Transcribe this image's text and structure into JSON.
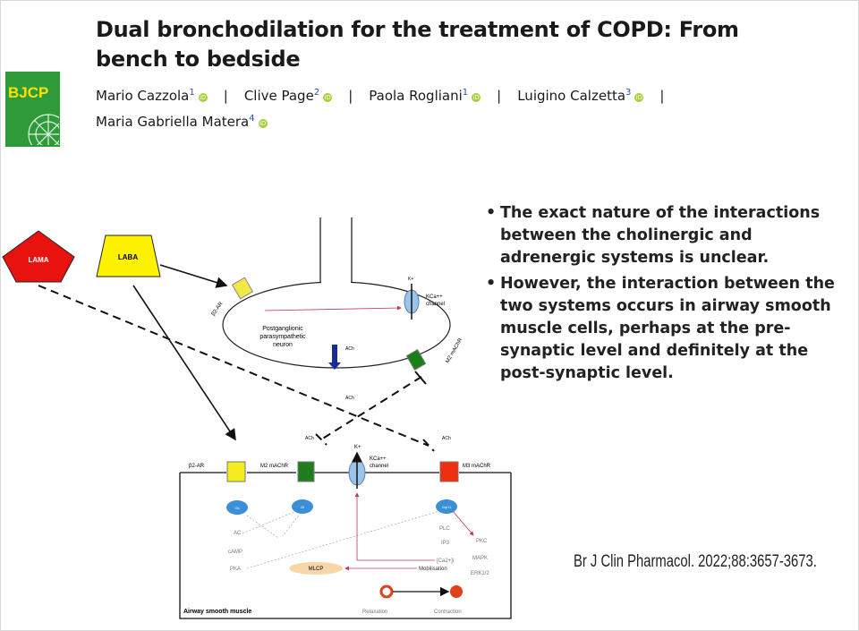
{
  "header": {
    "title": "Dual bronchodilation for the treatment of COPD: From bench to bedside",
    "journal_logo": "BJCP",
    "authors": [
      {
        "name": "Mario Cazzola",
        "affiliation": "1"
      },
      {
        "name": "Clive Page",
        "affiliation": "2"
      },
      {
        "name": "Paola Rogliani",
        "affiliation": "1"
      },
      {
        "name": "Luigino Calzetta",
        "affiliation": "3"
      },
      {
        "name": "Maria Gabriella Matera",
        "affiliation": "4"
      }
    ],
    "separator": "|",
    "orcid_icon": "iD"
  },
  "bullets": [
    "The exact nature of the interactions between the cholinergic and adrenergic systems is unclear.",
    "However, the interaction between  the two systems occurs in airway  smooth muscle cells, perhaps at the  pre-synaptic level and definitely at  the post-synaptic level."
  ],
  "citation": "Br J Clin Pharmacol. 2022;88:3657-3673.",
  "diagram": {
    "lama": "LAMA",
    "laba": "LABA",
    "neuron_b2ar": "β2-AR",
    "neuron_label_1": "Postganglionic",
    "neuron_label_2": "parasympathetic",
    "neuron_label_3": "neuron",
    "neuron_kca_1": "KCa++",
    "neuron_kca_2": "channel",
    "neuron_k": "K+",
    "ach": "ACh",
    "neuron_m2": "M2 mAChR",
    "muscle_b2ar": "β2-AR",
    "muscle_m2": "M2 mAChR",
    "muscle_k": "K+",
    "muscle_kca_1": "KCa++",
    "muscle_kca_2": "channel",
    "muscle_m3": "M3 mAChR",
    "gs": "Gs",
    "gi": "Gi",
    "gq": "Gq/11",
    "ac": "AC",
    "camp": "cAMP",
    "pka": "PKA",
    "mlcp": "MLCP",
    "plc": "PLC",
    "ip3": "IP3",
    "ca": "[Ca2+]i",
    "mobilisation": "Mobilisation",
    "pkc": "PKC",
    "mapk": "MAPK",
    "erk": "ERK1/2",
    "relaxation": "Relaxation",
    "contraction": "Contraction",
    "muscle_label": "Airway smooth muscle"
  }
}
